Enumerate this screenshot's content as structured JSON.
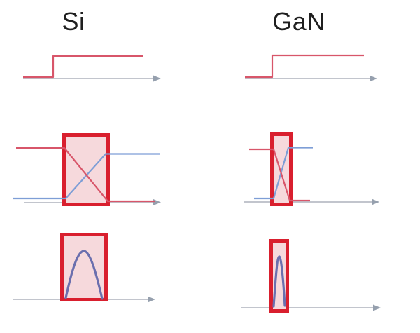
{
  "page": {
    "background": "#ffffff",
    "description_visible_text_only": true
  },
  "columns": [
    {
      "id": "si",
      "title": "Si"
    },
    {
      "id": "gan",
      "title": "GaN"
    }
  ],
  "colors": {
    "title_text": "#1f1f1f",
    "signal_red": "#d8566a",
    "box_stroke": "#d91f2e",
    "box_fill": "#f6d9dc",
    "signal_blue": "#7e9ed6",
    "loss_purple": "#6b6fae",
    "axis_gray": "#b9bdc6",
    "arrow_gray": "#96a0ae"
  }
}
